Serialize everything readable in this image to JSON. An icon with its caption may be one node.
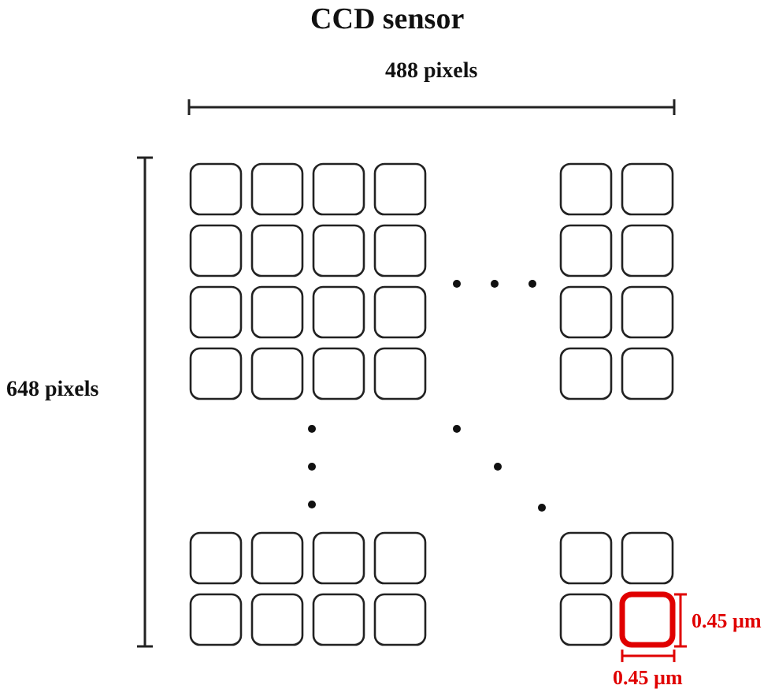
{
  "diagram": {
    "title": "CCD sensor",
    "labels": [
      "488 pixels",
      "648 pixels",
      "0.45 µm",
      "0.45 µm"
    ]
  }
}
